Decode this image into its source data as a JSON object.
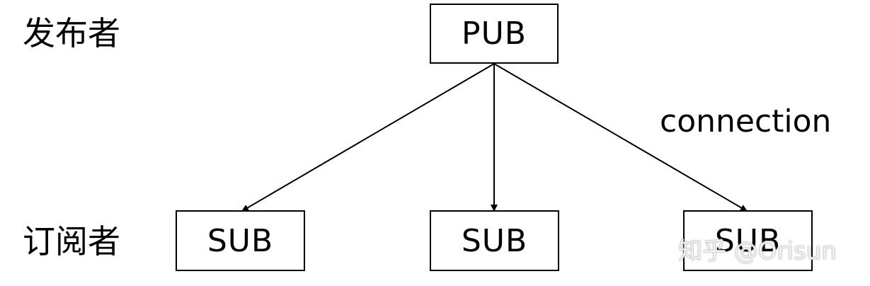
{
  "roles": {
    "publisher": "发布者",
    "subscriber": "订阅者"
  },
  "publisher_box": {
    "label": "PUB"
  },
  "subscriber_boxes": [
    {
      "label": "SUB"
    },
    {
      "label": "SUB"
    },
    {
      "label": "SUB"
    }
  ],
  "edge_label": "connection",
  "watermark": "知乎 @Orisun",
  "colors": {
    "stroke": "#000000",
    "background": "#ffffff"
  }
}
